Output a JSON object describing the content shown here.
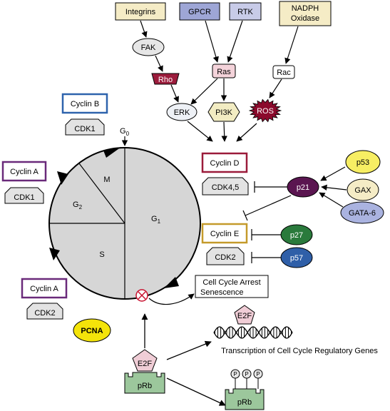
{
  "receptors": {
    "integrins": "Integrins",
    "gpcr": "GPCR",
    "rtk": "RTK",
    "nadph_line1": "NADPH",
    "nadph_line2": "Oxidase"
  },
  "signals": {
    "fak": "FAK",
    "rho": "Rho",
    "ras": "Ras",
    "rac": "Rac",
    "erk": "ERK",
    "pi3k": "PI3K",
    "ros": "ROS"
  },
  "cyclins": {
    "cyclin_b": "Cyclin B",
    "cdk1_b": "CDK1",
    "cyclin_a_g2": "Cyclin A",
    "cdk1_a": "CDK1",
    "cyclin_a_s": "Cyclin A",
    "cdk2_a": "CDK2",
    "cyclin_d": "Cyclin D",
    "cdk45": "CDK4,5",
    "cyclin_e": "Cyclin E",
    "cdk2_e": "CDK2"
  },
  "inhibitors": {
    "p21": "p21",
    "p53": "p53",
    "gax": "GAX",
    "gata6": "GATA-6",
    "p27": "p27",
    "p57": "p57"
  },
  "cycle": {
    "g0": "G",
    "g0_sub": "0",
    "g1": "G",
    "g1_sub": "1",
    "g2": "G",
    "g2_sub": "2",
    "m": "M",
    "s": "S"
  },
  "outcomes": {
    "arrest_line1": "Cell Cycle Arrest",
    "arrest_line2": "Senescence",
    "transcription": "Transcription of Cell Cycle Regulatory Genes",
    "e2f_free": "E2F",
    "e2f_bound": "E2F",
    "prb": "pRb",
    "prb_phos": "pRb",
    "phos1": "P",
    "phos2": "P",
    "phos3": "P",
    "pcna": "PCNA"
  },
  "colors": {
    "receptor_yellow": "#f5ecc6",
    "receptor_blue": "#9ea6d6",
    "receptor_lavender": "#c8cbe8",
    "rho_red": "#9c1c3c",
    "ras_pink": "#f4d3da",
    "ros_red": "#8b0a2c",
    "pi3k_yellow": "#f2ecc2",
    "cycle_gray": "#d6d6d6",
    "cyclin_b_blue": "#2e63ad",
    "cyclin_purple": "#6a2a7a",
    "cyclin_d_red": "#9b1b3a",
    "cyclin_e_gold": "#c49a2b",
    "cdk_gray": "#e3e3e3",
    "p21_purple": "#5a1550",
    "p53_yellow": "#f7ee63",
    "gata6_blue": "#aab3e0",
    "p27_green": "#2a7a3c",
    "p57_blue": "#2f5fa8",
    "pcna_yellow": "#f4e40a",
    "e2f_pink": "#f0cdd6",
    "prb_green": "#9cc79c"
  }
}
